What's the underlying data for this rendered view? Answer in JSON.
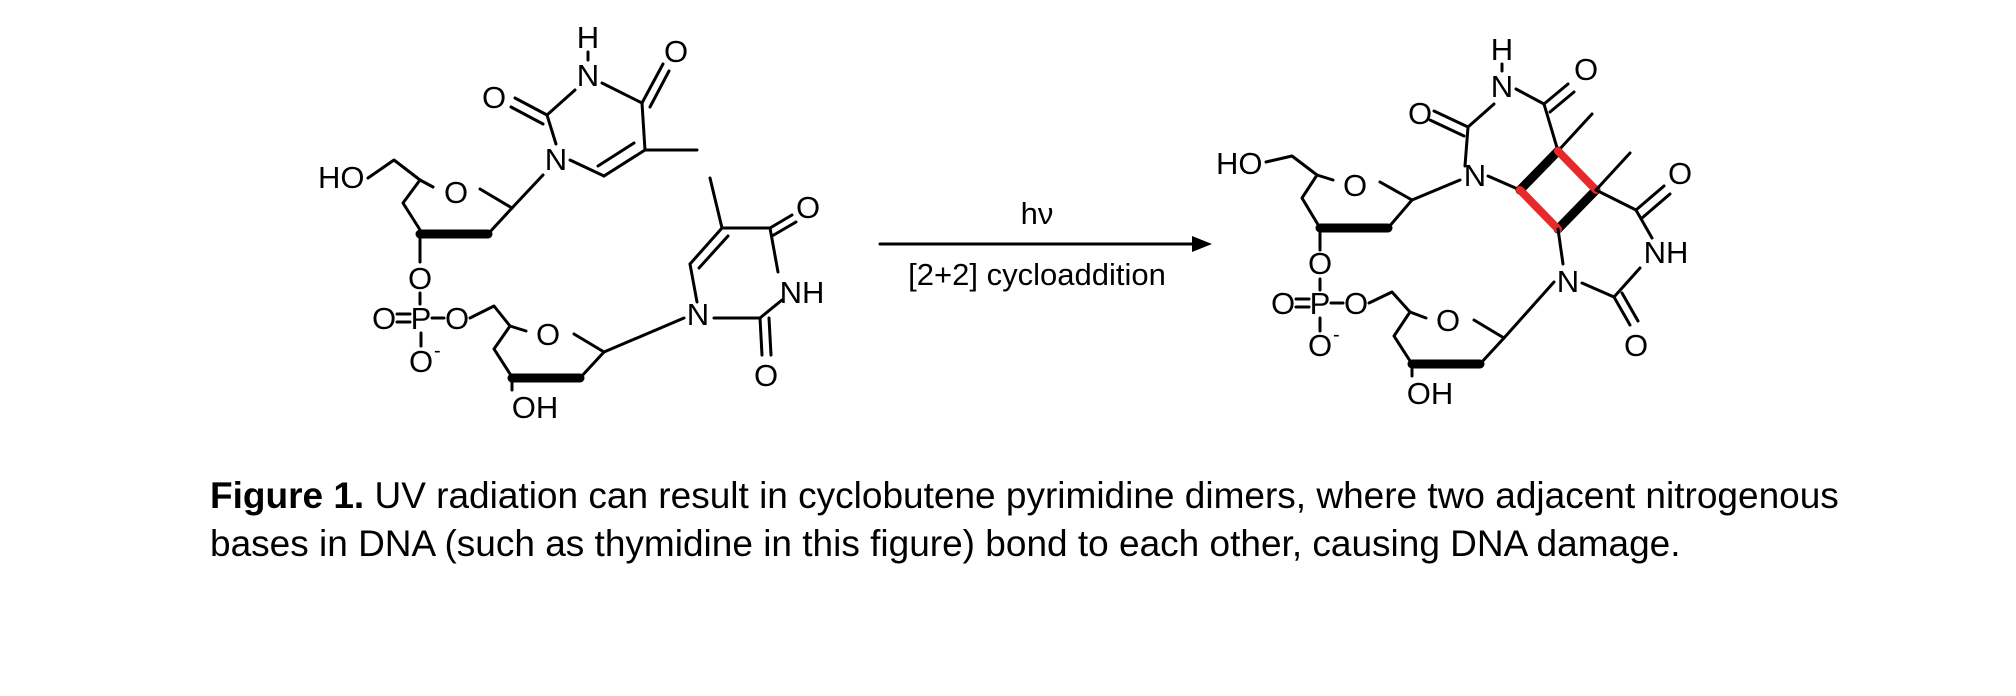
{
  "reaction": {
    "arrow_top_label": "hν",
    "arrow_bottom_label": "[2+2] cycloaddition"
  },
  "atoms": {
    "HO": "HO",
    "O": "O",
    "N": "N",
    "H": "H",
    "NH": "NH",
    "P": "P",
    "OH": "OH",
    "O_minus": "O",
    "minus": "-"
  },
  "caption": {
    "label": "Figure 1.",
    "text": " UV radiation can result in cyclobutene pyrimidine dimers, where two adjacent nitrogenous bases in DNA (such as thymidine in this figure) bond to each other, causing DNA damage."
  },
  "colors": {
    "new_bonds": "#e8292a",
    "ink": "#000000"
  }
}
